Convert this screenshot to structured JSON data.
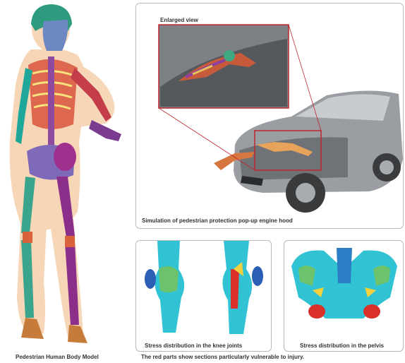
{
  "body_model": {
    "caption": "Pedestrian Human Body Model"
  },
  "simulation_panel": {
    "inset_label": "Enlarged view",
    "caption": "Simulation of pedestrian protection pop-up engine hood"
  },
  "knee_panel": {
    "caption": "Stress distribution in the knee joints"
  },
  "pelvis_panel": {
    "caption": "Stress distribution in the pelvis"
  },
  "footnote": "The red parts show sections particularly vulnerable to injury.",
  "colors": {
    "highlight_red": "#c0262e",
    "skin": "#f0c79e",
    "stress_blue": "#2c7ec4",
    "stress_cyan": "#31c3d4",
    "stress_green": "#6cc36b",
    "car_gray": "#8c8f93"
  }
}
